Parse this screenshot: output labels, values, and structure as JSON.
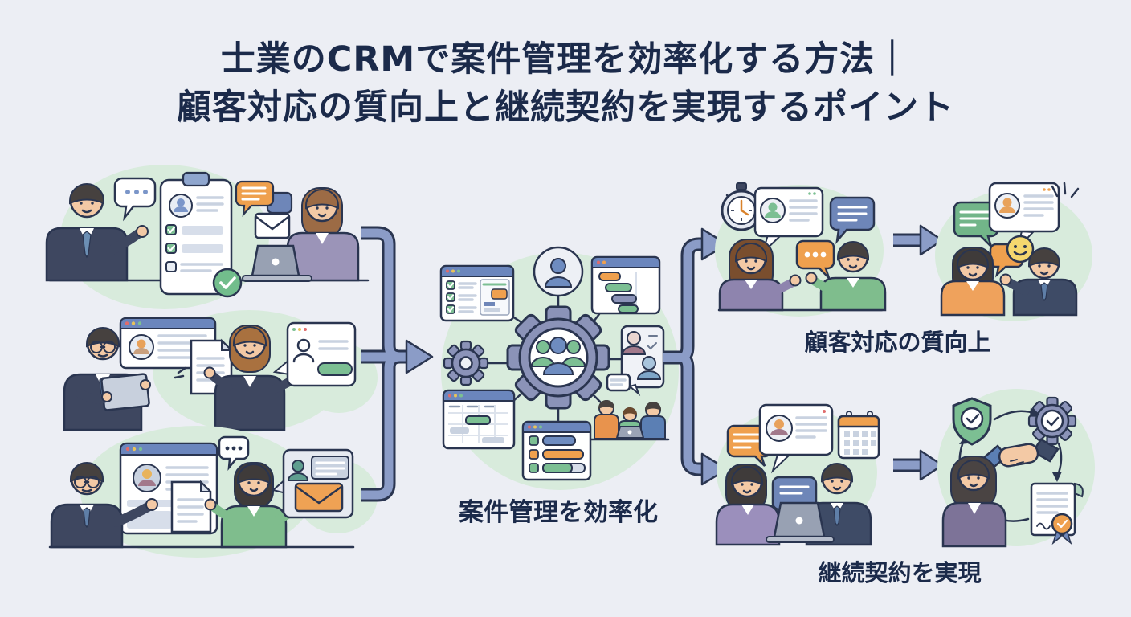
{
  "title": {
    "line1": "士業のCRMで案件管理を効率化する方法｜",
    "line2": "顧客対応の質向上と継続契約を実現するポイント"
  },
  "flow": {
    "center_label": "案件管理を効率化",
    "outcomes": [
      {
        "id": "quality",
        "label": "顧客対応の質向上"
      },
      {
        "id": "renewal",
        "label": "継続契約を実現"
      }
    ]
  },
  "colors": {
    "background": "#ECEEF4",
    "ink_outline": "#2A3550",
    "title_text": "#1B2A4A",
    "arrow_fill": "#8B9CC7",
    "blob_green": "#D8EBDC",
    "accent_green": "#7CBF93",
    "accent_blue": "#6E86B8",
    "accent_orange": "#EFA04E",
    "accent_purple": "#8E84AE",
    "window_header_blue": "#6B86BD",
    "gear_slate": "#8B93B8",
    "skin": "#F3C9A5",
    "suit_navy": "#3E4760"
  },
  "scenes": {
    "left": [
      {
        "name": "client-consultation",
        "icons": [
          "speech-bubble-dots-icon",
          "clipboard-checklist-icon",
          "chat-bubble-orange-icon",
          "chat-bubble-blue-icon",
          "email-icon",
          "laptop-icon"
        ]
      },
      {
        "name": "document-review",
        "icons": [
          "tablet-icon",
          "client-profile-card-icon",
          "document-icon",
          "chat-card-profile-icon"
        ]
      },
      {
        "name": "document-handoff",
        "icons": [
          "client-profile-window-icon",
          "document-icon",
          "speech-bubble-dots-icon",
          "message-card-email-icon"
        ]
      }
    ],
    "center": {
      "name": "crm-hub",
      "icons": [
        "user-circle-icon",
        "checklist-window-icon",
        "gantt-window-icon",
        "gear-icon",
        "crm-team-gear-icon",
        "video-call-card-icon",
        "schedule-table-window-icon",
        "progress-tasks-window-icon",
        "team-meeting-icon",
        "speech-bubble-icon"
      ]
    },
    "right_top": [
      {
        "name": "timely-response",
        "icons": [
          "stopwatch-icon",
          "profile-bubble-icon",
          "chat-bubble-blue-icon",
          "chat-bubble-orange-dots-icon"
        ]
      },
      {
        "name": "satisfied-client",
        "icons": [
          "chat-bubble-green-icon",
          "profile-bubble-icon",
          "smiley-chat-icon",
          "sparkle-icon"
        ]
      }
    ],
    "right_bottom": [
      {
        "name": "follow-up-meeting",
        "icons": [
          "chat-bubble-orange-icon",
          "profile-bubble-icon",
          "calendar-icon",
          "chat-bubble-blue-icon",
          "laptop-icon"
        ]
      },
      {
        "name": "contract-renewal-cycle",
        "icons": [
          "shield-check-icon",
          "gear-check-icon",
          "handshake-icon",
          "contract-seal-icon",
          "cycle-arrows-icon"
        ]
      }
    ]
  }
}
